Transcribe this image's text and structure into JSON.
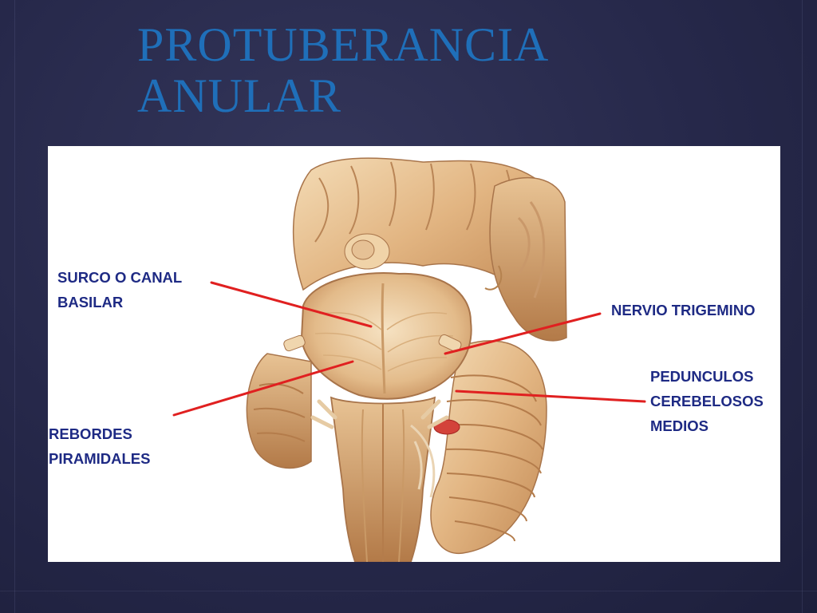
{
  "slide": {
    "title_line1": "PROTUBERANCIA",
    "title_line2": "ANULAR"
  },
  "figure": {
    "image_name": "brainstem-anterior-view-illustration",
    "labels": {
      "surco": "SURCO O CANAL\nBASILAR",
      "rebordes": "REBORDES\nPIRAMIDALES",
      "nervio": "NERVIO TRIGEMINO",
      "pedunculos": "PEDUNCULOS\nCEREBELOSOS\nMEDIOS"
    },
    "pointer_color": "#e02020",
    "label_color": "#1e2a84"
  }
}
